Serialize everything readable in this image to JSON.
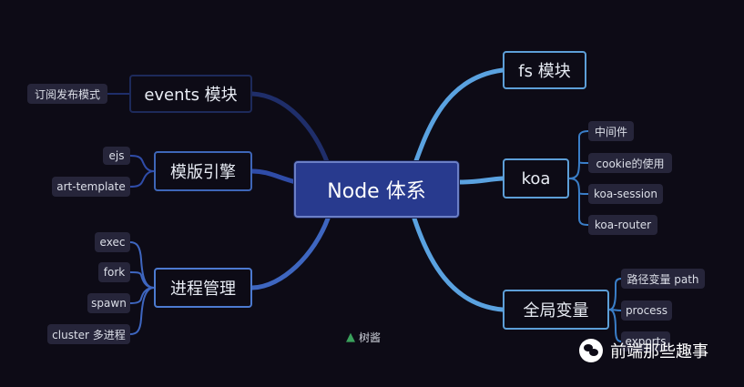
{
  "mindmap": {
    "root": "Node 体系",
    "left": [
      {
        "label": "events 模块",
        "children": [
          "订阅发布模式"
        ]
      },
      {
        "label": "模版引擎",
        "children": [
          "ejs",
          "art-template"
        ]
      },
      {
        "label": "进程管理",
        "children": [
          "exec",
          "fork",
          "spawn",
          "cluster 多进程"
        ]
      }
    ],
    "right": [
      {
        "label": "fs 模块",
        "children": []
      },
      {
        "label": "koa",
        "children": [
          "中间件",
          "cookie的使用",
          "koa-session",
          "koa-router"
        ]
      },
      {
        "label": "全局变量",
        "children": [
          "路径变量 path",
          "process",
          "exports"
        ]
      }
    ]
  },
  "footer": {
    "author": "树酱",
    "brand": "前端那些趣事"
  },
  "colors": {
    "background": "#0d0b16",
    "root_fill": "#283a8e",
    "right_branch": "#5d9fd8",
    "left_branch": "#2a3c80",
    "leaf_fill": "#26253a"
  },
  "icons": {
    "author": "tree-icon",
    "brand": "wechat-icon"
  }
}
